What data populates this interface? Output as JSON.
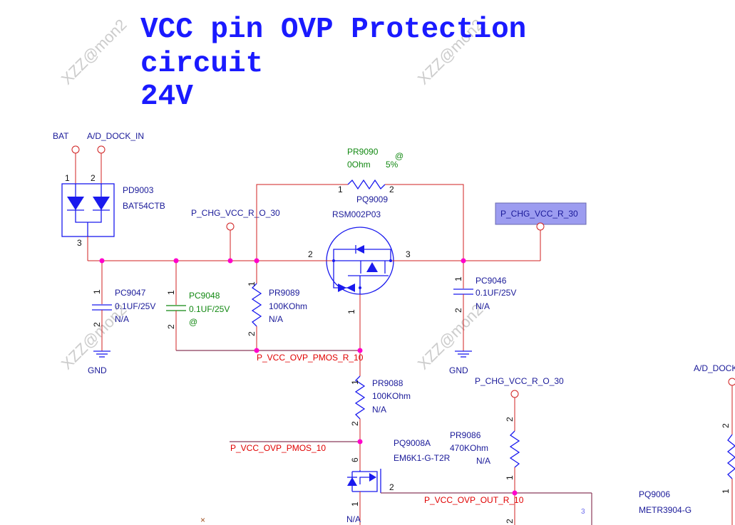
{
  "title": {
    "line1": "VCC pin OVP Protection",
    "line2": "circuit",
    "line3": "24V"
  },
  "watermark": "XZZ@mon2",
  "ports": {
    "bat": "BAT",
    "ad_dock_in": "A/D_DOCK_IN",
    "chg_vcc_r_o_30": "P_CHG_VCC_R_O_30",
    "chg_vcc_r_o_30_b": "P_CHG_VCC_R_O_30",
    "chg_vcc_r_30": "P_CHG_VCC_R_30",
    "ad_dock": "A/D_DOCK"
  },
  "nets": {
    "pmos_r": "P_VCC_OVP_PMOS_R_10",
    "pmos": "P_VCC_OVP_PMOS_10",
    "out_r": "P_VCC_OVP_OUT_R_10"
  },
  "components": {
    "pd9003": {
      "ref": "PD9003",
      "value": "BAT54CTB"
    },
    "pr9090": {
      "ref": "PR9090",
      "value": "0Ohm",
      "tol": "5%",
      "mark": "@"
    },
    "pq9009": {
      "ref": "PQ9009",
      "value": "RSM002P03"
    },
    "pc9047": {
      "ref": "PC9047",
      "value": "0.1UF/25V",
      "note": "N/A"
    },
    "pc9048": {
      "ref": "PC9048",
      "value": "0.1UF/25V",
      "note": "@"
    },
    "pr9089": {
      "ref": "PR9089",
      "value": "100KOhm",
      "note": "N/A"
    },
    "pc9046": {
      "ref": "PC9046",
      "value": "0.1UF/25V",
      "note": "N/A"
    },
    "pr9088": {
      "ref": "PR9088",
      "value": "100KOhm",
      "note": "N/A"
    },
    "pq9008a": {
      "ref": "PQ9008A",
      "value": "EM6K1-G-T2R",
      "note": "N/A"
    },
    "pr9086": {
      "ref": "PR9086",
      "value": "470KOhm",
      "note": "N/A"
    },
    "pq9006": {
      "ref": "PQ9006",
      "value": "METR3904-G"
    }
  },
  "gnd": "GND",
  "pins": {
    "p1": "1",
    "p2": "2",
    "p3": "3",
    "p6": "6"
  }
}
